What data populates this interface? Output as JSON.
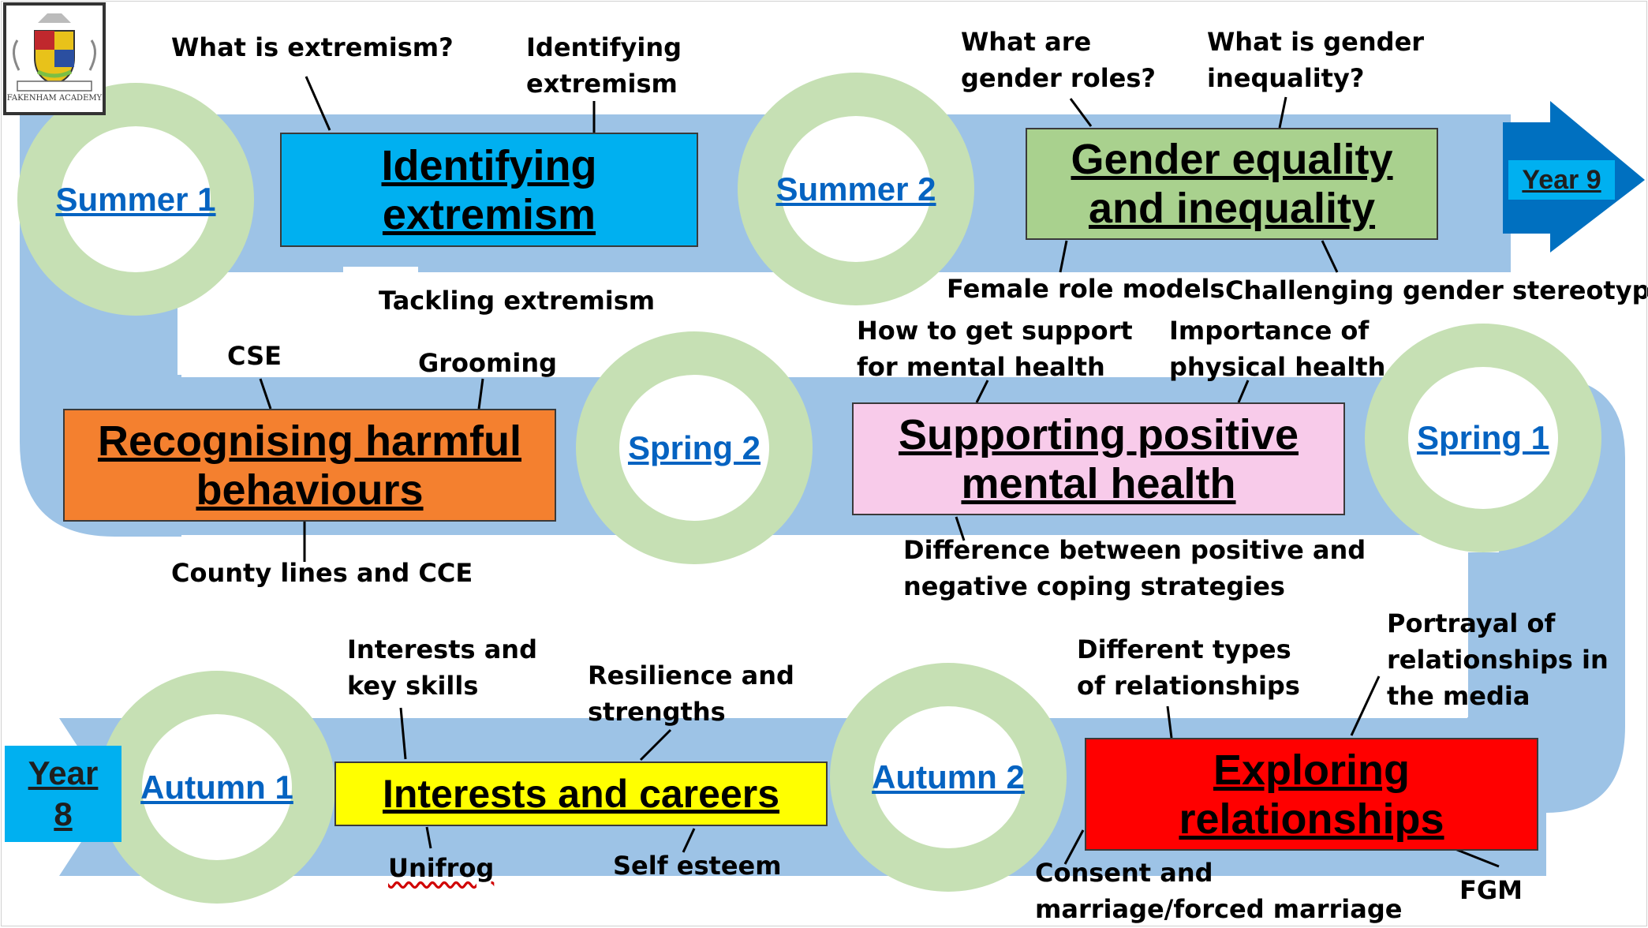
{
  "logo": {
    "text": "FAKENHAM ACADEMY"
  },
  "years": {
    "start": "Year 8",
    "end": "Year 9"
  },
  "colors": {
    "road": "#9dc3e6",
    "arrow": "#0070c0",
    "ring": "#c6e0b4",
    "term_text": "#0563c1",
    "year8_box": "#00b0f0"
  },
  "terms": [
    {
      "label": "Summer 1"
    },
    {
      "label": "Summer 2"
    },
    {
      "label": "Spring 2"
    },
    {
      "label": "Spring 1"
    },
    {
      "label": "Autumn 1"
    },
    {
      "label": "Autumn 2"
    }
  ],
  "topics": [
    {
      "title": "Identifying extremism",
      "color": "#00b0f0",
      "subtopics": [
        "What is extremism?",
        "Identifying\nextremism",
        "Tackling extremism"
      ]
    },
    {
      "title": "Gender equality and inequality",
      "color": "#a9d18e",
      "subtopics": [
        "What are\ngender roles?",
        "What is gender\ninequality?",
        "Female role models",
        "Challenging gender stereotypes"
      ]
    },
    {
      "title": "Recognising harmful behaviours",
      "color": "#f4802f",
      "subtopics": [
        "CSE",
        "Grooming",
        "County lines and CCE"
      ]
    },
    {
      "title": "Supporting positive mental health",
      "color": "#f8cbea",
      "subtopics": [
        "How to get support\nfor mental health",
        "Importance of\nphysical health",
        "Difference between positive and\nnegative coping strategies"
      ]
    },
    {
      "title": "Interests and careers",
      "color": "#ffff00",
      "subtopics": [
        "Interests and\nkey skills",
        "Resilience and\nstrengths",
        "Unifrog",
        "Self esteem"
      ]
    },
    {
      "title": "Exploring relationships",
      "color": "#ff0000",
      "subtopics": [
        "Different types\nof relationships",
        "Portrayal of\nrelationships in\nthe media",
        "Consent and\nmarriage/forced marriage",
        "FGM"
      ]
    }
  ]
}
